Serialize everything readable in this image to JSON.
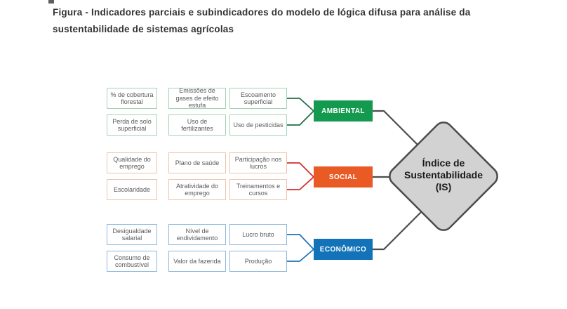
{
  "figure": {
    "title_line1": "Figura - Indicadores parciais e subindicadores do modelo de lógica difusa para análise da",
    "title_line2": "sustentabilidade de sistemas agrícolas"
  },
  "diagram": {
    "groups": [
      {
        "label": "AMBIENTAL",
        "accent": "#149a4e",
        "box_border": "#a5d3b5",
        "bracket_color": "#1e6f42",
        "indicators": [
          "% de cobertura florestal",
          "Emissões de gases de efeito estufa",
          "Escoamento superficial",
          "Perda de solo superficial",
          "Uso de fertilizantes",
          "Uso de pesticidas"
        ]
      },
      {
        "label": "SOCIAL",
        "accent": "#ea5a25",
        "box_border": "#f0c3ab",
        "bracket_color": "#d32f2f",
        "indicators": [
          "Qualidade do emprego",
          "Plano de saúde",
          "Participação nos lucros",
          "Escolaridade",
          "Atratividade do emprego",
          "Treinamentos e cursos"
        ]
      },
      {
        "label": "ECONÔMICO",
        "accent": "#1273b9",
        "box_border": "#8fb8da",
        "bracket_color": "#2173b8",
        "indicators": [
          "Desigualdade salarial",
          "Nível de endividamento",
          "Lucro bruto",
          "Consumo de combustível",
          "Valor da fazenda",
          "Produção"
        ]
      }
    ],
    "center_node": {
      "line1": "Índice de",
      "line2": "Sustentabilidade",
      "line3": "(IS)",
      "fill": "#d2d2d2",
      "border": "#4c4c4c"
    },
    "connector_color": "#4d4d4d"
  }
}
